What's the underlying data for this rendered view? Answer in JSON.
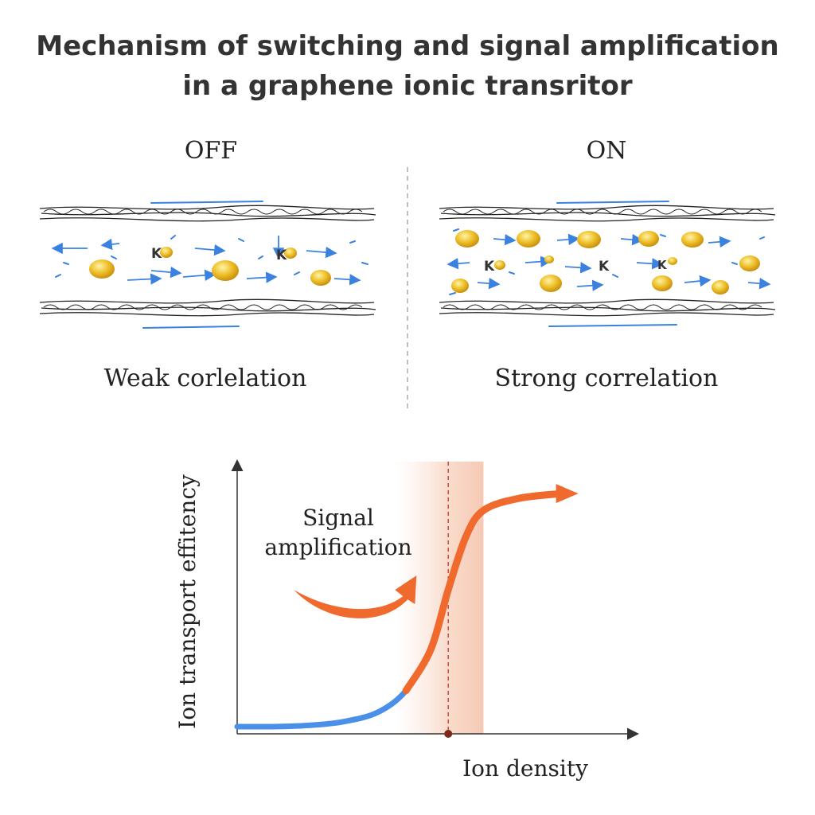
{
  "title": {
    "line1": "Mechanism of switching and signal amplification",
    "line2": "in a graphene ionic transritor"
  },
  "panels": {
    "off": {
      "heading": "OFF",
      "caption": "Weak corlelation",
      "ion_label": "K"
    },
    "on": {
      "heading": "ON",
      "caption": "Strong correlation",
      "ion_label": "K"
    }
  },
  "colors": {
    "ion": "#e8b81f",
    "flow_arrow": "#3b82e0",
    "curve_low": "#4a8fe8",
    "curve_high": "#ef6a2c",
    "threshold_line": "#c0392b",
    "shaded_region": "#f6c9b4"
  },
  "chart_data": {
    "type": "line",
    "xlabel": "Ion density",
    "ylabel": "Ion transport effitency",
    "annotation": {
      "line1": "Signal",
      "line2": "amplification"
    },
    "series": [
      {
        "values": [
          [
            0,
            0.03
          ],
          [
            0.1,
            0.03
          ],
          [
            0.2,
            0.035
          ],
          [
            0.3,
            0.05
          ],
          [
            0.4,
            0.09
          ],
          [
            0.48,
            0.18
          ],
          [
            0.55,
            0.35
          ],
          [
            0.6,
            0.6
          ],
          [
            0.65,
            0.82
          ],
          [
            0.7,
            0.93
          ],
          [
            0.8,
            0.98
          ],
          [
            0.92,
            1.0
          ]
        ]
      }
    ],
    "threshold_x": 0.6,
    "shaded_x_range": [
      0.45,
      0.7
    ],
    "xlim": [
      0,
      1
    ],
    "ylim": [
      0,
      1.1
    ],
    "grid": false
  }
}
